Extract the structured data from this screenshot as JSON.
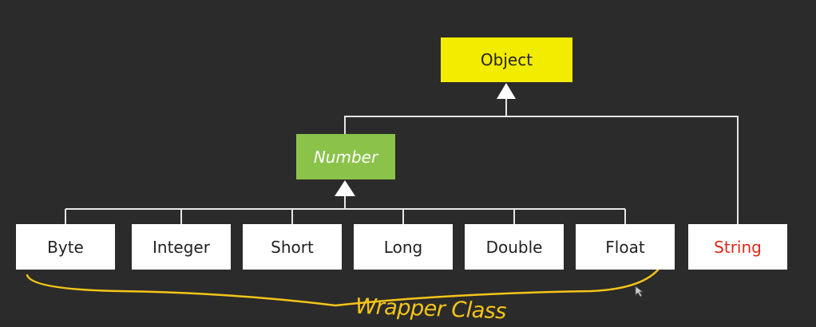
{
  "diagram": {
    "root": {
      "label": "Object",
      "color": "#f2ec00"
    },
    "abstract": {
      "label": "Number",
      "color": "#8bc34a"
    },
    "wrappers": [
      "Byte",
      "Integer",
      "Short",
      "Long",
      "Double",
      "Float"
    ],
    "other": {
      "label": "String",
      "color": "#e0281c"
    },
    "annotation": {
      "label": "Wrapper Class",
      "color": "#f5c518"
    },
    "line_color": "#e6e6e6"
  }
}
